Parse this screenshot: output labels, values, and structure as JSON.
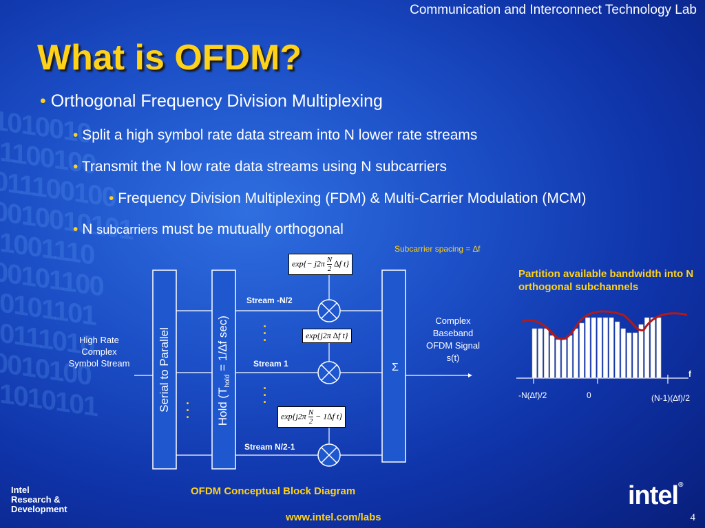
{
  "header": {
    "lab": "Communication and Interconnect Technology Lab"
  },
  "title": "What is OFDM?",
  "bullets": {
    "b1": "Orthogonal Frequency Division Multiplexing",
    "b2": "Split a high symbol rate data stream into N lower rate streams",
    "b3": "Transmit the N low rate data streams using N subcarriers",
    "b4": "Frequency Division Multiplexing (FDM) & Multi-Carrier Modulation (MCM)",
    "b5_a": "N ",
    "b5_b": "subcarriers",
    "b5_c": " must be mutually orthogonal"
  },
  "diagram": {
    "spacing": "Subcarrier spacing = ∆f",
    "input": "High Rate\nComplex\nSymbol Stream",
    "serial": "Serial to Parallel",
    "hold_a": "Hold (T",
    "hold_sub": "hold",
    "hold_b": " = 1/∆f sec)",
    "stream1": "Stream -N/2",
    "stream2": "Stream 1",
    "stream3": "Stream N/2-1",
    "eq1_pre": "exp",
    "eq1_mid": "− j2π",
    "eq1_num": "N",
    "eq1_den": "2",
    "eq1_post": "∆f  t",
    "eq2": "exp{j2π  ∆f  t}",
    "eq3_pre": "exp",
    "eq3_mid": "j2π",
    "eq3_num": "N",
    "eq3_den": "2",
    "eq3_post": "− 1∆f  t",
    "sum": "Σ",
    "output": "Complex\nBaseband\nOFDM Signal\ns(t)",
    "caption": "OFDM Conceptual Block Diagram"
  },
  "spectrum": {
    "label": "Partition available bandwidth into N orthogonal subchannels",
    "axis": "f",
    "left": "-N(∆f)/2",
    "center": "0",
    "right": "(N-1)(∆f)/2"
  },
  "footer": {
    "org": "Intel\nResearch &\nDevelopment",
    "url": "www.intel.com/labs",
    "logo": "intel",
    "page": "4"
  }
}
